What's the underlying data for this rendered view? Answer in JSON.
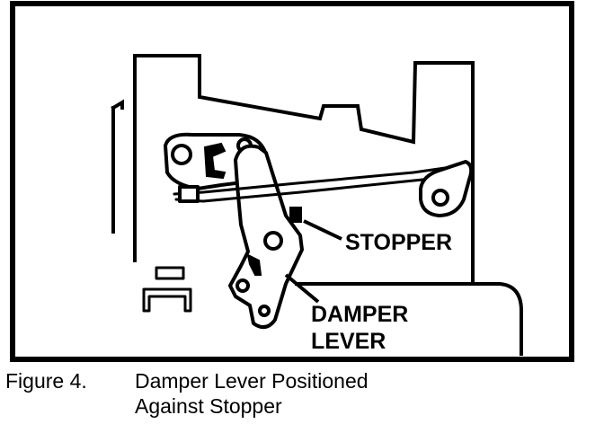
{
  "labels": {
    "stopper": "STOPPER",
    "damper_line1": "DAMPER",
    "damper_line2": "LEVER"
  },
  "caption": {
    "number": "Figure 4.",
    "line1": "Damper Lever Positioned",
    "line2": "Against Stopper"
  },
  "colors": {
    "ink": "#000000",
    "paper": "#ffffff"
  }
}
